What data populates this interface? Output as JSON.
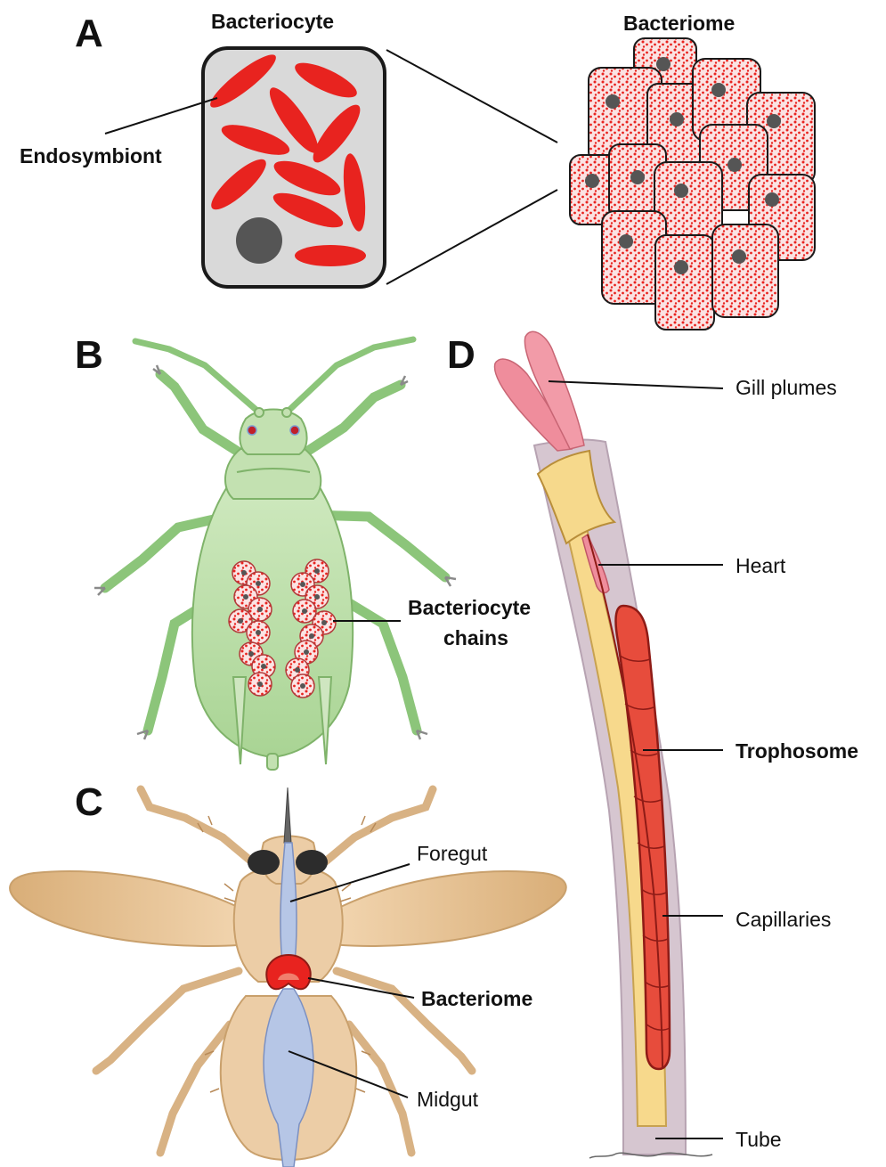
{
  "panels": {
    "a": {
      "letter": "A",
      "bacteriocyte_title": "Bacteriocyte",
      "bacteriome_title": "Bacteriome",
      "endosymbiont_label": "Endosymbiont"
    },
    "b": {
      "letter": "B",
      "chains_label_line1": "Bacteriocyte",
      "chains_label_line2": "chains"
    },
    "c": {
      "letter": "C",
      "foregut_label": "Foregut",
      "bacteriome_label": "Bacteriome",
      "midgut_label": "Midgut"
    },
    "d": {
      "letter": "D",
      "gill_label": "Gill plumes",
      "heart_label": "Heart",
      "trophosome_label": "Trophosome",
      "capillaries_label": "Capillaries",
      "tube_label": "Tube"
    }
  },
  "colors": {
    "symbiont_red": "#e8231f",
    "cell_gray": "#d8d8d8",
    "nucleus": "#555555",
    "aphid_green": "#b9dca6",
    "fly_tan": "#e6c39a",
    "gut_blue": "#b6c6e6",
    "worm_tube": "#d6c6d0",
    "trophosome": "#e74c3c",
    "plume_pink": "#ef8d9c",
    "collar_yellow": "#f6d98c"
  }
}
